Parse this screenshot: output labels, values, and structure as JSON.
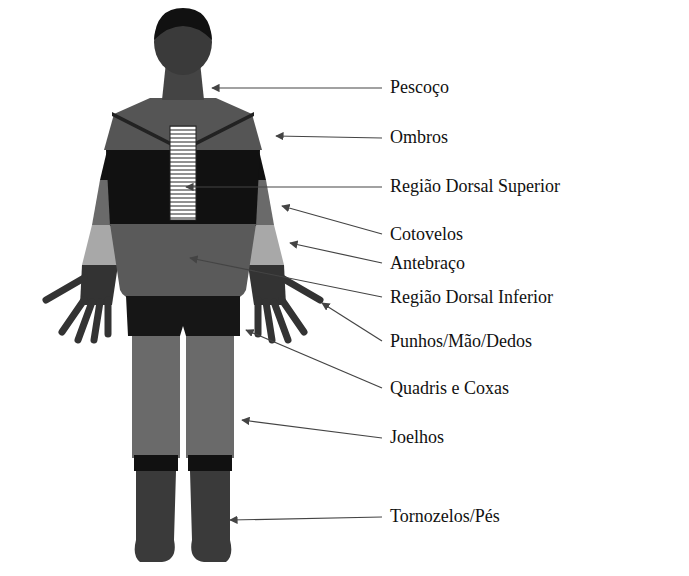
{
  "diagram": {
    "labels": [
      "Pescoço",
      "Ombros",
      "Região Dorsal Superior",
      "Cotovelos",
      "Antebraço",
      "Região Dorsal Inferior",
      "Punhos/Mão/Dedos",
      "Quadris e Coxas",
      "Joelhos",
      "Tornozelos/Pés"
    ]
  }
}
